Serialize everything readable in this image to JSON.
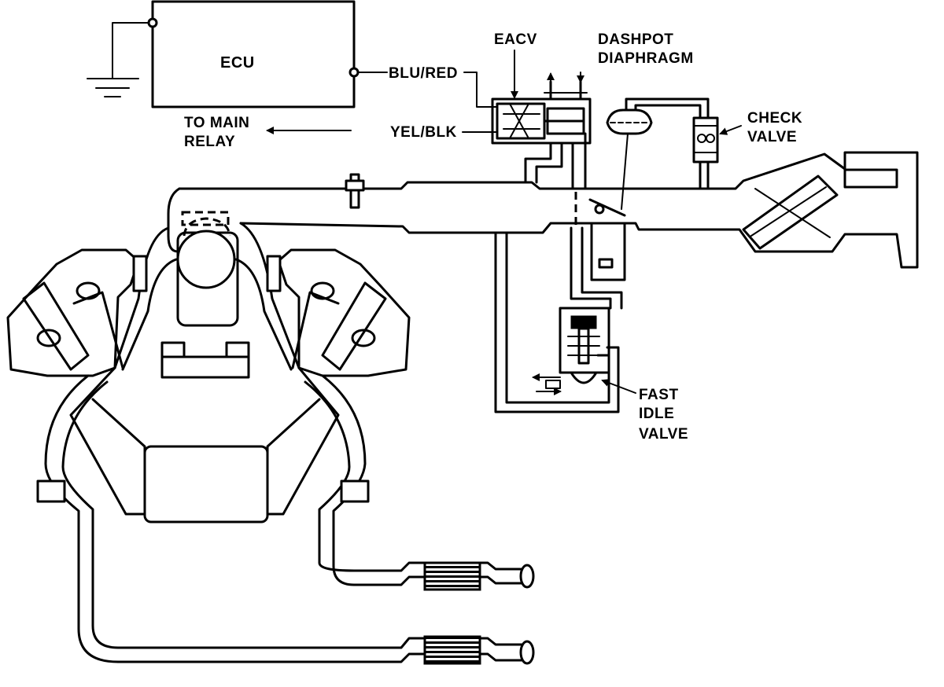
{
  "labels": {
    "ecu": "ECU",
    "blu_red": "BLU/RED",
    "yel_blk": "YEL/BLK",
    "to_main_relay_line1": "TO MAIN",
    "to_main_relay_line2": "RELAY",
    "eacv": "EACV",
    "dashpot_line1": "DASHPOT",
    "dashpot_line2": "DIAPHRAGM",
    "check_valve_line1": "CHECK",
    "check_valve_line2": "VALVE",
    "fast_idle_line1": "FAST",
    "fast_idle_line2": "IDLE",
    "fast_idle_line3": "VALVE"
  }
}
